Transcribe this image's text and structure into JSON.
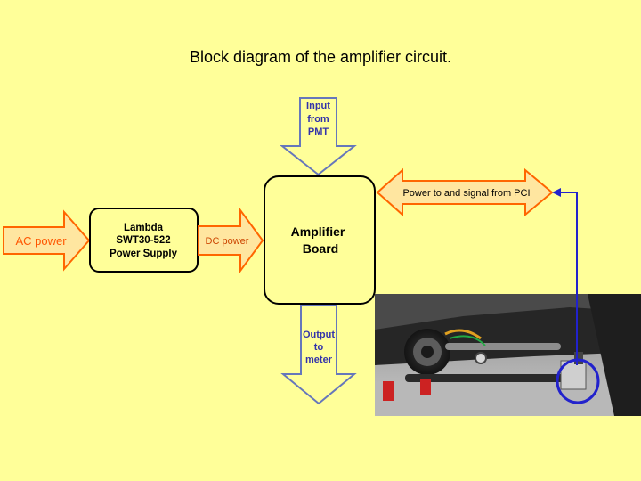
{
  "title": "Block diagram of the amplifier circuit.",
  "blocks": {
    "power_supply": {
      "lines": [
        "Lambda",
        "SWT30-522",
        "Power Supply"
      ]
    },
    "amplifier": {
      "lines": [
        "Amplifier",
        "Board"
      ]
    }
  },
  "arrows": {
    "ac_power": {
      "label": "AC power"
    },
    "dc_power": {
      "label": "DC power"
    },
    "input": {
      "lines": [
        "Input",
        "from",
        "PMT"
      ]
    },
    "output": {
      "lines": [
        "Output",
        "to",
        "meter"
      ]
    },
    "pci": {
      "label": "Power to and signal from PCI"
    }
  },
  "colors": {
    "background": "#ffff99",
    "orange_arrow_stroke": "#ff6600",
    "orange_arrow_fill": "#ffe6a0",
    "blue_arrow_stroke": "#6677bb",
    "blue_text": "#3333aa",
    "connector": "#2222cc"
  },
  "photo": {
    "description_icon": "amplifier-board-photo"
  }
}
